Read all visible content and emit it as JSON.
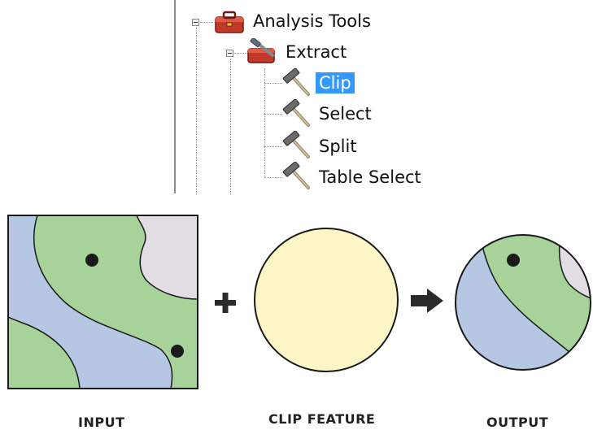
{
  "tree": {
    "items": [
      {
        "label": "Analysis Tools",
        "icon": "toolbox-icon",
        "expanded": true
      },
      {
        "label": "Extract",
        "icon": "toolset-icon",
        "expanded": true
      },
      {
        "label": "Clip",
        "icon": "hammer-icon",
        "selected": true
      },
      {
        "label": "Select",
        "icon": "hammer-icon"
      },
      {
        "label": "Split",
        "icon": "hammer-icon"
      },
      {
        "label": "Table Select",
        "icon": "hammer-icon"
      }
    ]
  },
  "diagram": {
    "input_label": "INPUT",
    "clip_label": "CLIP FEATURE",
    "output_label": "OUTPUT",
    "plus_symbol": "+",
    "colors": {
      "water": "#b5c7e2",
      "land": "#a7d39a",
      "urban": "#e2dce3",
      "clip": "#fcf6c6",
      "outline": "#1a1a1a"
    }
  }
}
